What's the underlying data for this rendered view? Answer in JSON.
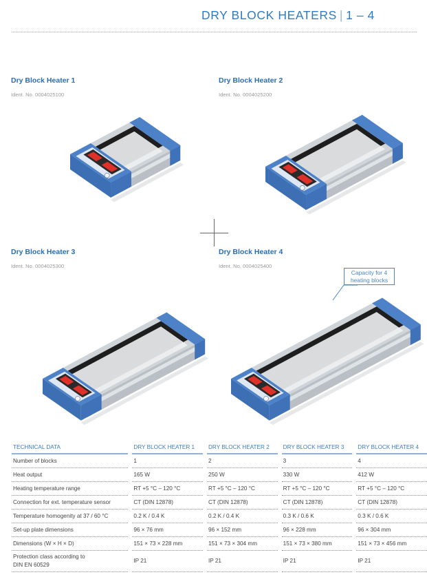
{
  "header": {
    "title": "DRY BLOCK HEATERS",
    "separator": "|",
    "range": "1 – 4"
  },
  "products": [
    {
      "name": "Dry Block Heater 1",
      "ident": "Ident. No. 0004025100",
      "blocks": 1
    },
    {
      "name": "Dry Block Heater 2",
      "ident": "Ident. No. 0004025200",
      "blocks": 2
    },
    {
      "name": "Dry Block Heater 3",
      "ident": "Ident. No. 0004025300",
      "blocks": 3
    },
    {
      "name": "Dry Block Heater 4",
      "ident": "Ident. No. 0004025400",
      "blocks": 4
    }
  ],
  "callout": {
    "line1": "Capacity for 4",
    "line2": "heating blocks"
  },
  "colors": {
    "accent": "#2a6db3",
    "device_blue": "#4d82c9",
    "display_red": "#e0302a"
  },
  "table": {
    "headers": [
      "TECHNICAL DATA",
      "DRY BLOCK HEATER 1",
      "DRY BLOCK HEATER 2",
      "DRY BLOCK HEATER 3",
      "DRY BLOCK HEATER 4"
    ],
    "rows": [
      {
        "label": "Number of blocks",
        "values": [
          "1",
          "2",
          "3",
          "4"
        ]
      },
      {
        "label": "Heat output",
        "values": [
          "165 W",
          "250 W",
          "330 W",
          "412 W"
        ]
      },
      {
        "label": "Heating temperature range",
        "values": [
          "RT +5 °C – 120 °C",
          "RT +5 °C – 120 °C",
          "RT +5 °C – 120 °C",
          "RT +5 °C – 120 °C"
        ]
      },
      {
        "label": "Connection for ext. temperature sensor",
        "values": [
          "CT (DIN 12878)",
          "CT (DIN 12878)",
          "CT (DIN 12878)",
          "CT (DIN 12878)"
        ]
      },
      {
        "label": "Temperature homogenity at 37 / 60 °C",
        "values": [
          "0.2 K / 0.4 K",
          "0.2 K / 0.4 K",
          "0.3 K / 0.6 K",
          "0.3 K / 0.6 K"
        ]
      },
      {
        "label": "Set-up plate dimensions",
        "values": [
          "96 × 76 mm",
          "96 × 152 mm",
          "96 × 228 mm",
          "96 × 304 mm"
        ]
      },
      {
        "label": "Dimensions (W × H × D)",
        "values": [
          "151 × 73 × 228 mm",
          "151 × 73 × 304 mm",
          "151 × 73 × 380 mm",
          "151 × 73 × 456 mm"
        ]
      },
      {
        "label_line1": "Protection class according to",
        "label_line2": "DIN EN 60529",
        "values": [
          "IP 21",
          "IP 21",
          "IP 21",
          "IP 21"
        ]
      }
    ]
  }
}
